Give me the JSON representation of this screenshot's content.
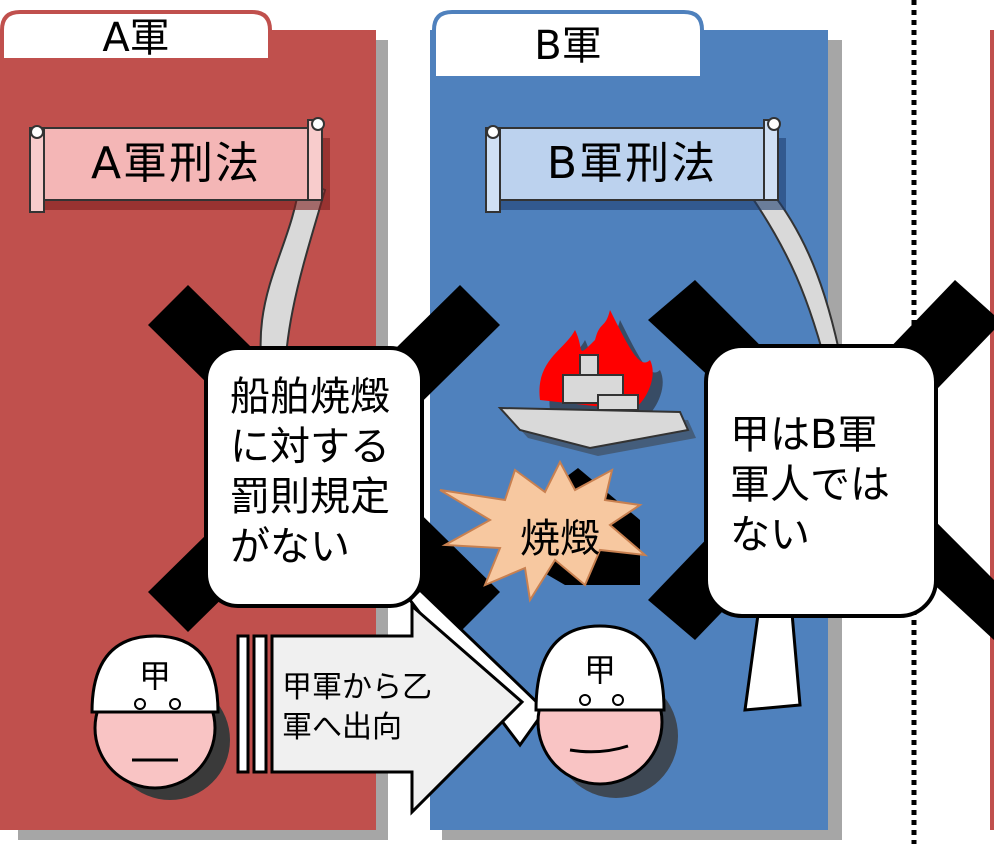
{
  "colors": {
    "army_a": "#c0504d",
    "army_b": "#4f81bd",
    "scroll_a": "#f4b6b6",
    "scroll_b": "#bcd2ee",
    "cross": "#000000",
    "fire": "#ff0000",
    "face": "#f9c4c4",
    "burst": "#f7c8a0"
  },
  "panels": {
    "a": {
      "title": "A軍",
      "law": "A軍刑法"
    },
    "b": {
      "title": "B軍",
      "law": "B軍刑法"
    }
  },
  "bubbles": {
    "left": [
      "船舶焼燬",
      "に対する",
      "罰則規定",
      "がない"
    ],
    "right": [
      "甲はB軍",
      "軍人では",
      "ない"
    ]
  },
  "burst": {
    "label": "焼燬"
  },
  "arrow": {
    "lines": [
      "甲軍から乙",
      "軍へ出向"
    ]
  },
  "persons": {
    "left": "甲",
    "right": "甲"
  },
  "icons": [
    "law-scroll-icon",
    "cross-mark-icon",
    "burning-ship-icon",
    "explosion-icon",
    "person-helmet-icon",
    "arrow-right-icon"
  ]
}
